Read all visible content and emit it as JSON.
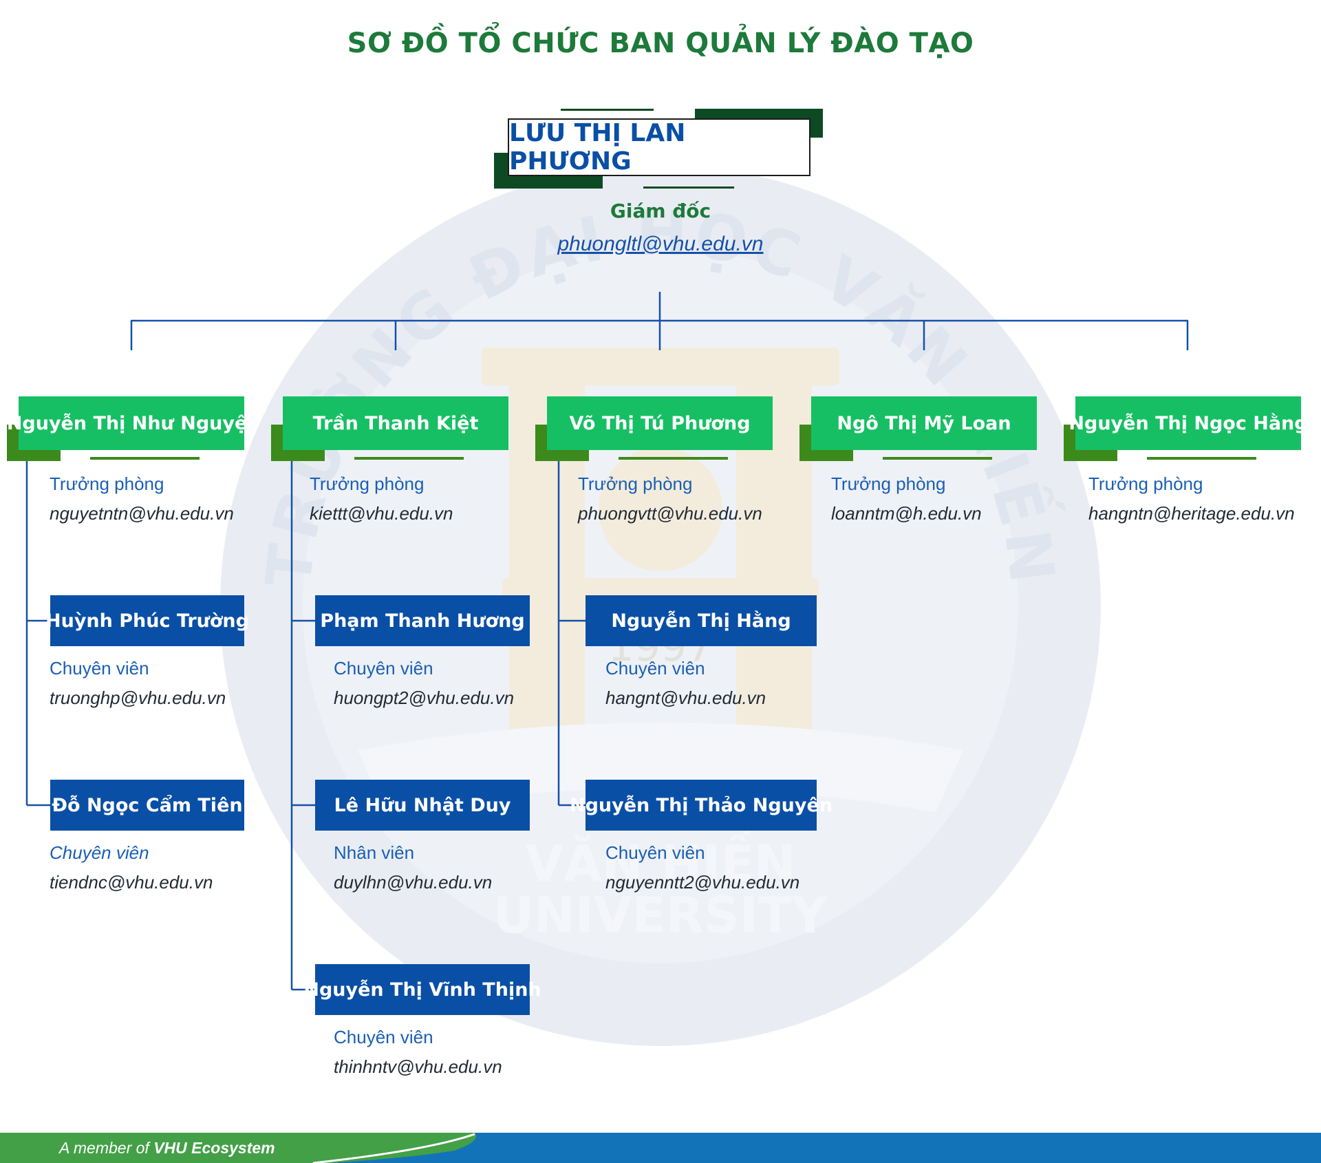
{
  "title": "SƠ ĐỒ TỔ CHỨC BAN QUẢN LÝ ĐÀO TẠO",
  "colors": {
    "title_green": "#1d7a3a",
    "head_box_green": "#16bf64",
    "staff_box_blue": "#0a4fa6",
    "connector_blue": "#1550a8",
    "footer_green": "#43a047",
    "footer_blue": "#1373b8"
  },
  "director": {
    "name": "LƯU THỊ LAN PHƯƠNG",
    "role": "Giám đốc",
    "email": "phuongltl@vhu.edu.vn"
  },
  "departments": [
    {
      "head": {
        "name": "Nguyễn Thị Như Nguyệt",
        "role": "Trưởng phòng",
        "email": "nguyetntn@vhu.edu.vn"
      },
      "staff": [
        {
          "name": "Huỳnh Phúc Trường",
          "role": "Chuyên viên",
          "email": "truonghp@vhu.edu.vn"
        },
        {
          "name": "Đỗ Ngọc Cẩm Tiên",
          "role": "Chuyên viên",
          "email": "tiendnc@vhu.edu.vn"
        }
      ]
    },
    {
      "head": {
        "name": "Trần Thanh Kiệt",
        "role": "Trưởng phòng",
        "email": "kiettt@vhu.edu.vn"
      },
      "staff": [
        {
          "name": "Phạm Thanh Hương",
          "role": "Chuyên viên",
          "email": "huongpt2@vhu.edu.vn"
        },
        {
          "name": "Lê Hữu Nhật Duy",
          "role": "Nhân viên",
          "email": "duylhn@vhu.edu.vn"
        },
        {
          "name": "Nguyễn Thị Vĩnh Thịnh",
          "role": "Chuyên viên",
          "email": "thinhntv@vhu.edu.vn"
        }
      ]
    },
    {
      "head": {
        "name": "Võ Thị Tú Phương",
        "role": "Trưởng phòng",
        "email": "phuongvtt@vhu.edu.vn"
      },
      "staff": [
        {
          "name": "Nguyễn Thị Hằng",
          "role": "Chuyên viên",
          "email": "hangnt@vhu.edu.vn"
        },
        {
          "name": "Nguyễn Thị Thảo Nguyên",
          "role": "Chuyên viên",
          "email": "nguyenntt2@vhu.edu.vn"
        }
      ]
    },
    {
      "head": {
        "name": "Ngô Thị Mỹ Loan",
        "role": "Trưởng phòng",
        "email": "loanntm@h.edu.vn"
      },
      "staff": []
    },
    {
      "head": {
        "name": "Nguyễn Thị Ngọc Hằng",
        "role": "Trưởng phòng",
        "email": "hangntn@heritage.edu.vn"
      },
      "staff": []
    }
  ],
  "watermark": {
    "arc_text": "TRƯỜNG ĐẠI HỌC VĂN HIẾN",
    "year": "1997",
    "line1": "VĂN HIẾN",
    "line2": "UNIVERSITY"
  },
  "footer": {
    "prefix": "A member of",
    "brand": "VHU Ecosystem"
  }
}
